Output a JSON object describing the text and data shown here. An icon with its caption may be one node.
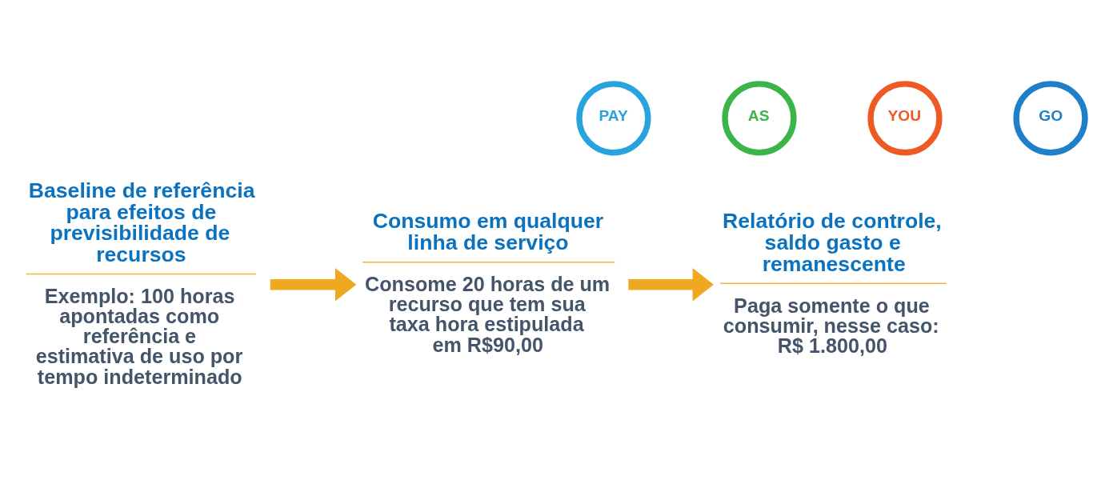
{
  "diagram": {
    "nodes": [
      {
        "text": [
          "Baseline de referência para efeitos de previsibilidade de recursos",
          "Exemplo: 100 horas apontadas como referência e estimativa de uso por tempo indeterminado"
        ]
      },
      {
        "text": [
          "Consumo em qualquer linha de serviço",
          "Consome 20 horas de um recurso que tem sua taxa hora estipulada em R$90,00"
        ]
      },
      {
        "text": [
          "Relatório de controle, saldo gasto e remanescente",
          "Paga somente o que consumir, nesse caso: R$ 1.800,00"
        ]
      },
      {
        "text": [
          "PAY"
        ]
      },
      {
        "text": [
          "AS"
        ]
      },
      {
        "text": [
          "YOU"
        ]
      },
      {
        "text": [
          "GO"
        ]
      }
    ],
    "edges": [
      {
        "from": 0,
        "to": 1,
        "arrow": "to"
      },
      {
        "from": 1,
        "to": 2,
        "arrow": "to"
      }
    ]
  }
}
